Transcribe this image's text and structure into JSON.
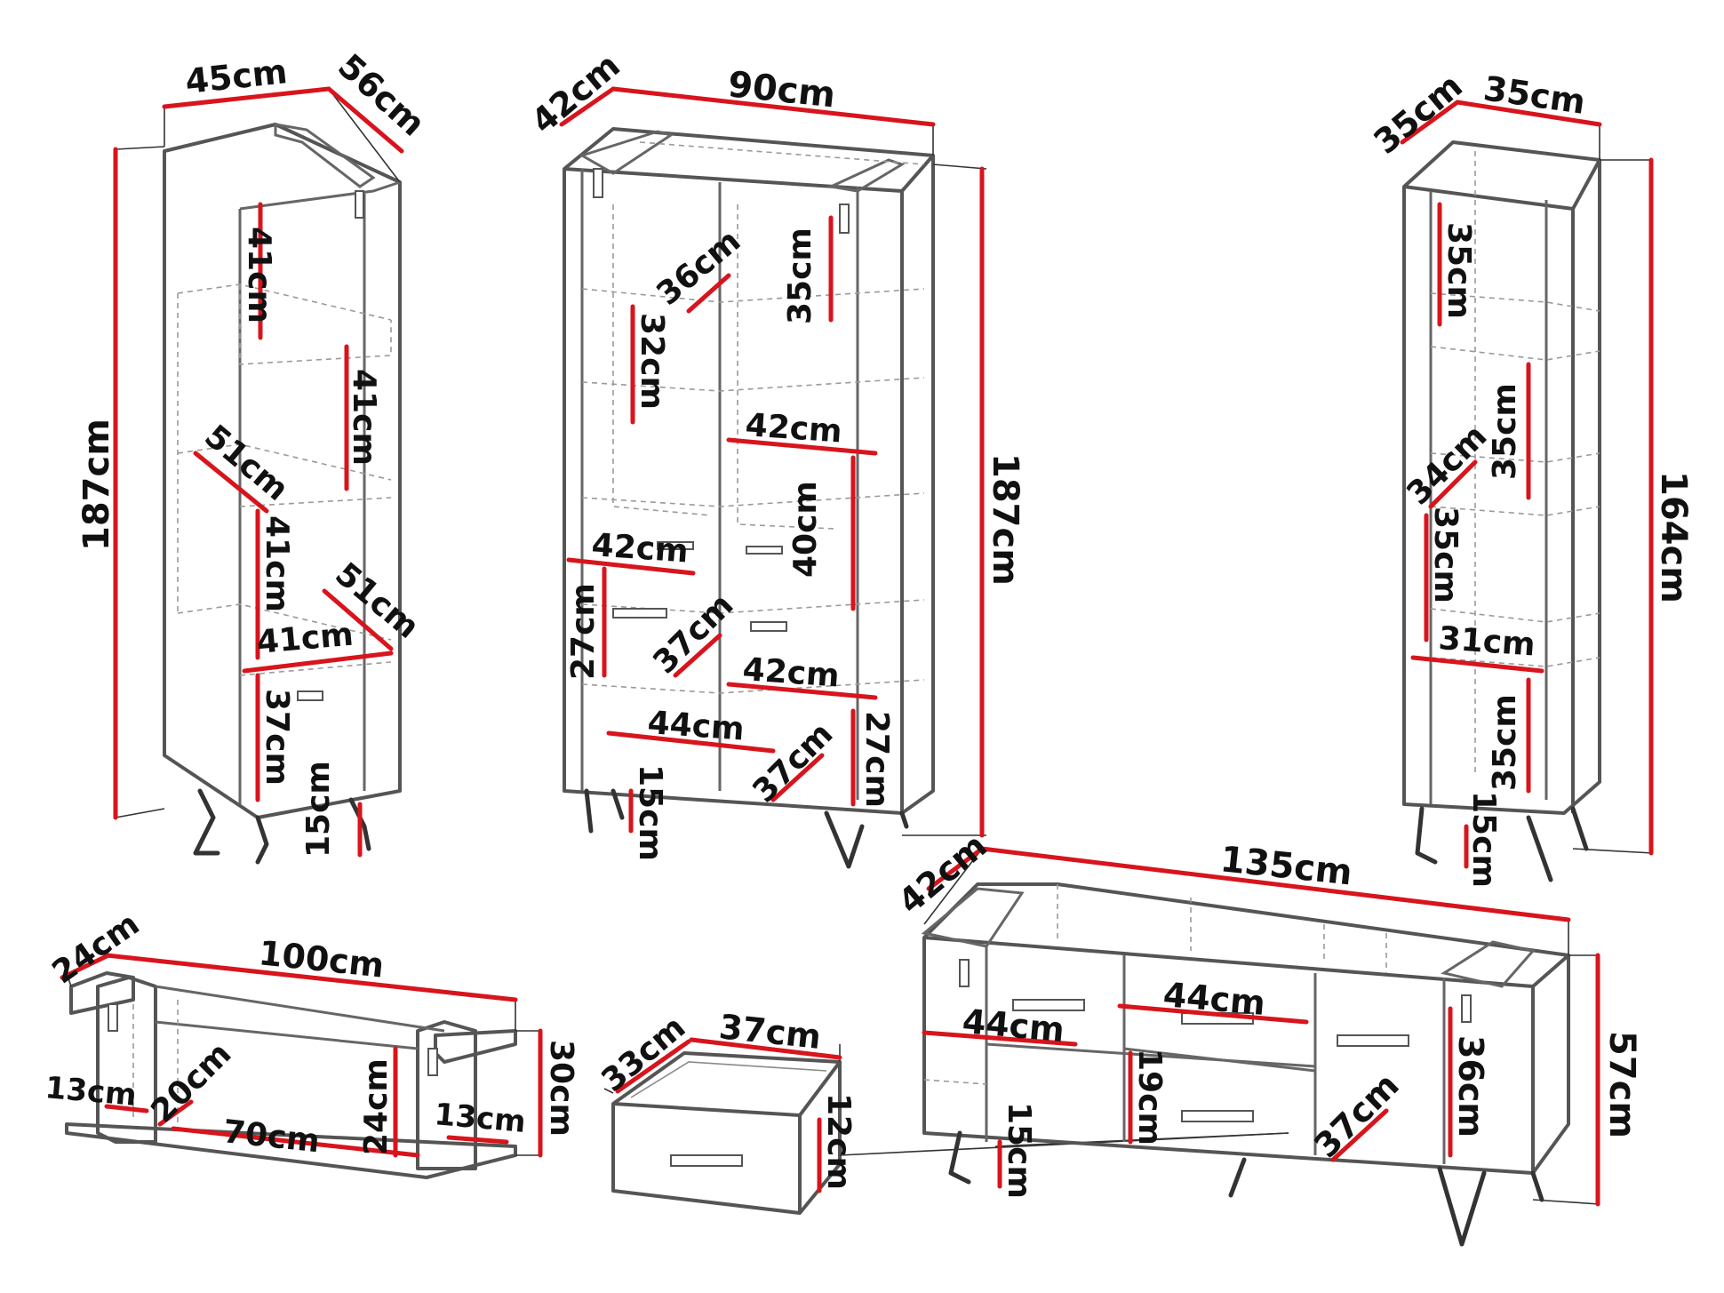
{
  "colors": {
    "dimension_line": "#d8141c",
    "outline": "#555555",
    "text": "#111111",
    "background": "#ffffff"
  },
  "tall_cabinet": {
    "width": "45cm",
    "depth": "56cm",
    "height": "187cm",
    "shelf_height_1": "41cm",
    "shelf_height_2": "41cm",
    "shelf_height_3": "41cm",
    "shelf_width": "41cm",
    "shelf_depth_1": "51cm",
    "shelf_depth_2": "51cm",
    "bottom_height": "37cm",
    "leg_height": "15cm"
  },
  "display_cabinet": {
    "width": "90cm",
    "depth": "42cm",
    "height": "187cm",
    "glass_depth": "36cm",
    "glass_compartment_height": "35cm",
    "left_compartment_height": "32cm",
    "shelf_width": "42cm",
    "right_compartment_height": "40cm",
    "left_shelf_width": "42cm",
    "drawer_height": "27cm",
    "drawer_depth": "37cm",
    "lower_shelf_width": "42cm",
    "bottom_width": "44cm",
    "bottom_depth": "37cm",
    "bottom_height": "27cm",
    "leg_height": "15cm"
  },
  "shelf_unit": {
    "width": "35cm",
    "depth": "35cm",
    "height": "164cm",
    "compartment_height_1": "35cm",
    "compartment_height_2": "35cm",
    "compartment_depth": "34cm",
    "compartment_height_3": "35cm",
    "shelf_width": "31cm",
    "compartment_height_4": "35cm",
    "leg_height": "15cm"
  },
  "wall_shelf": {
    "width": "100cm",
    "depth": "24cm",
    "height": "30cm",
    "inner_depth": "20cm",
    "inner_width": "70cm",
    "inner_height": "24cm",
    "left_side": "13cm",
    "right_side": "13cm"
  },
  "drawer": {
    "width": "37cm",
    "depth": "33cm",
    "height": "12cm"
  },
  "tv_stand": {
    "width": "135cm",
    "depth": "42cm",
    "height": "57cm",
    "left_width": "44cm",
    "center_width": "44cm",
    "drawer_height": "19cm",
    "right_height": "36cm",
    "inner_depth": "37cm",
    "leg_height": "15cm"
  }
}
